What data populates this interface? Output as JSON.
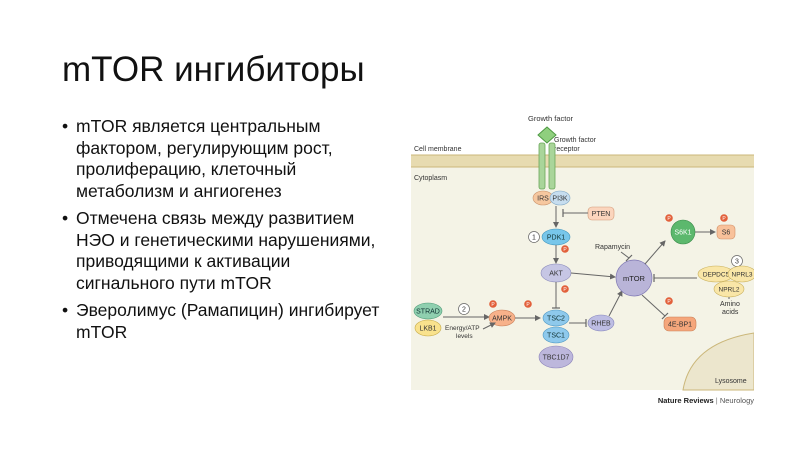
{
  "slide": {
    "title": "mTOR ингибиторы",
    "bullets": [
      "mTOR является центральным фактором, регулирующим рост, пролиферацию, клеточный метаболизм и ангиогенез",
      "Отмечена связь между развитием НЭО и генетическими нарушениями, приводящими к активации сигнального пути mTOR",
      "Эверолимус (Рамапицин) ингибирует mTOR"
    ],
    "bullet_symbol": "•"
  },
  "figure": {
    "growth_factor": "Growth factor",
    "receptor_line1": "Growth factor",
    "receptor_line2": "receptor",
    "cell_membrane": "Cell membrane",
    "cytoplasm": "Cytoplasm",
    "lysosome": "Lysosome",
    "irs": "IRS",
    "pi3k": "PI3K",
    "pten": "PTEN",
    "pdk1": "PDK1",
    "akt": "AKT",
    "tsc2": "TSC2",
    "tsc1": "TSC1",
    "tbc1d7": "TBC1D7",
    "rheb": "RHEB",
    "mtor": "mTOR",
    "s6k1": "S6K1",
    "s6": "S6",
    "ebp1": "4E-BP1",
    "rapamycin": "Rapamycin",
    "strad": "STRAD",
    "lkb1": "LKB1",
    "ampk": "AMPK",
    "energy_line1": "Energy/ATP",
    "energy_line2": "levels",
    "depdc5": "DEPDC5",
    "nprl3": "NPRL3",
    "nprl2": "NPRL2",
    "amino_line1": "Amino",
    "amino_line2": "acids",
    "marker1": "1",
    "marker2": "2",
    "marker3": "3",
    "p": "P",
    "credit_source": "Nature Reviews",
    "credit_sep": " | ",
    "credit_journal": "Neurology",
    "colors": {
      "background": "#f4f3e6",
      "membrane": "#d6c58a",
      "receptor": "#a9d59a",
      "irs": "#f6c79f",
      "pi3k": "#c6ddef",
      "pdk1": "#77c6ea",
      "akt": "#c6c6e4",
      "tsc": "#8ec9ec",
      "tbc1d7": "#bdb7dc",
      "rheb": "#bdbde3",
      "mtor": "#b9b4d8",
      "s6k1": "#5cb86d",
      "s6": "#f8c19a",
      "ebp1": "#f5a67b",
      "pten": "#fbd5bd",
      "ampk": "#f7b18a",
      "strad": "#8fcfaf",
      "lkb1": "#f9e28d",
      "gator": "#f9e6a7",
      "phospho": "#e2603b"
    }
  }
}
